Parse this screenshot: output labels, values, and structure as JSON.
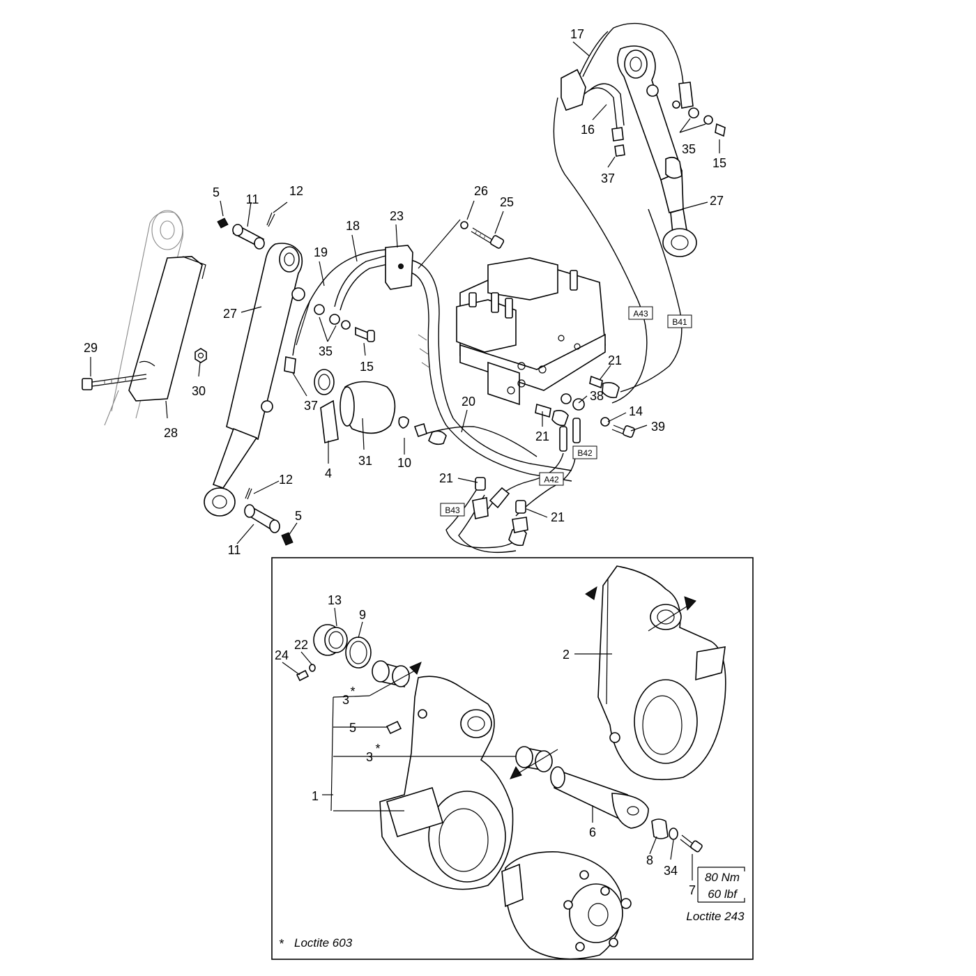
{
  "callouts": {
    "c17": "17",
    "c16": "16",
    "c35a": "35",
    "c15a": "15",
    "c37a": "37",
    "c27a": "27",
    "c5a": "5",
    "c11a": "11",
    "c12a": "12",
    "c18": "18",
    "c23": "23",
    "c26": "26",
    "c25": "25",
    "c19": "19",
    "c27b": "27",
    "c35b": "35",
    "c15b": "15",
    "c29": "29",
    "c30": "30",
    "c28": "28",
    "c37b": "37",
    "c4": "4",
    "c31": "31",
    "c10": "10",
    "c20": "20",
    "c21a": "21",
    "c38": "38",
    "c14": "14",
    "c39": "39",
    "c21b": "21",
    "c21c": "21",
    "c21d": "21",
    "c12b": "12",
    "c5b": "5",
    "c11b": "11",
    "c13": "13",
    "c9": "9",
    "c24": "24",
    "c22": "22",
    "c3a": "3",
    "c5c": "5",
    "c3b": "3",
    "c1": "1",
    "c2": "2",
    "c6": "6",
    "c8": "8",
    "c34": "34",
    "c7": "7"
  },
  "hose_tags": {
    "a43": "A43",
    "b41": "B41",
    "b42": "B42",
    "a42": "A42",
    "b43": "B43"
  },
  "asterisk": "*",
  "torque": {
    "nm": "80 Nm",
    "lbf": "60 lbf"
  },
  "notes": {
    "loctite_243": "Loctite 243",
    "loctite_603": "Loctite 603"
  }
}
